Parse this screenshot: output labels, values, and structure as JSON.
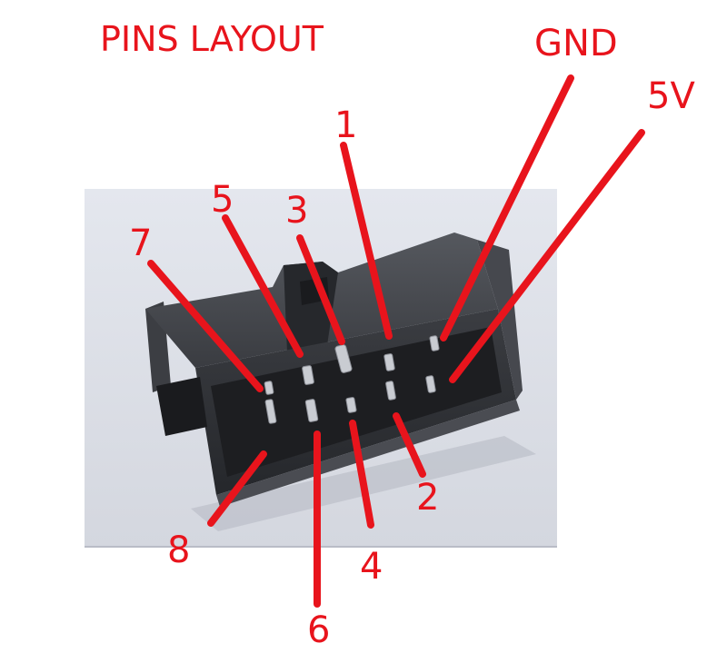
{
  "title": "PINS LAYOUT",
  "signals": {
    "gnd": "GND",
    "v5": "5V"
  },
  "pins": [
    "1",
    "2",
    "3",
    "4",
    "5",
    "6",
    "7",
    "8"
  ],
  "colors": {
    "annotation": "#e8141c",
    "photo_background": "#d9dce4",
    "connector_body": "#2f3135",
    "pin_metal": "#c9ccd2"
  },
  "image_description_label": "2x5 box header connector photo"
}
